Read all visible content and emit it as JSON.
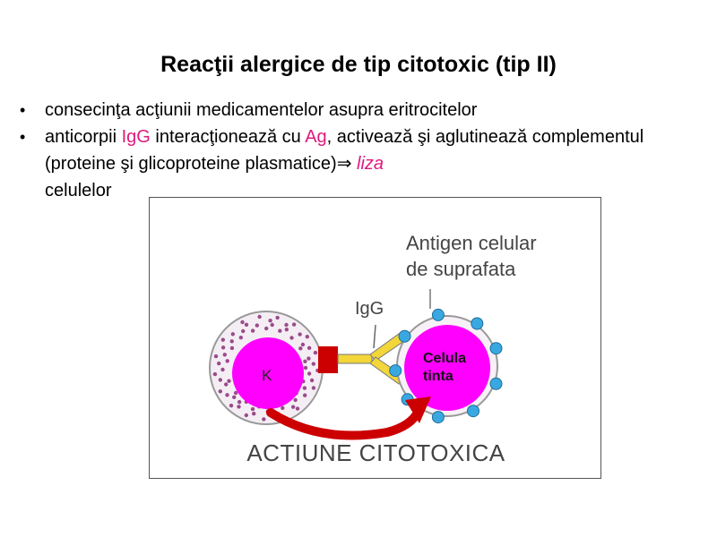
{
  "slide": {
    "title": "Reacţii alergice de tip citotoxic (tip II)",
    "bullet_marker": "•",
    "bullets": [
      {
        "text": "consecinţa acţiunii medicamentelor asupra eritrocitelor"
      },
      {
        "part1": "anticorpii ",
        "igg": "IgG",
        "part2": " interacţionează cu ",
        "ag": "Ag",
        "part3": ", activează şi aglutinează complementul  (proteine şi glicoproteine plasmatice)",
        "arrow": "⇒",
        "liza": " liza",
        "part4": " celulelor"
      }
    ]
  },
  "diagram": {
    "antigen_label_line1": "Antigen celular",
    "antigen_label_line2": "de suprafata",
    "igg_label": "IgG",
    "killer_label": "K",
    "target_label_line1": "Celula",
    "target_label_line2": "tinta",
    "action_label": "ACTIUNE CITOTOXICA",
    "colors": {
      "magenta": "#ff00ff",
      "red": "#cc0000",
      "blue_antigen": "#3aa8e0",
      "yellow_antibody": "#f2d63a",
      "granule": "#9a4b8b",
      "text_pink": "#e0197d"
    }
  }
}
